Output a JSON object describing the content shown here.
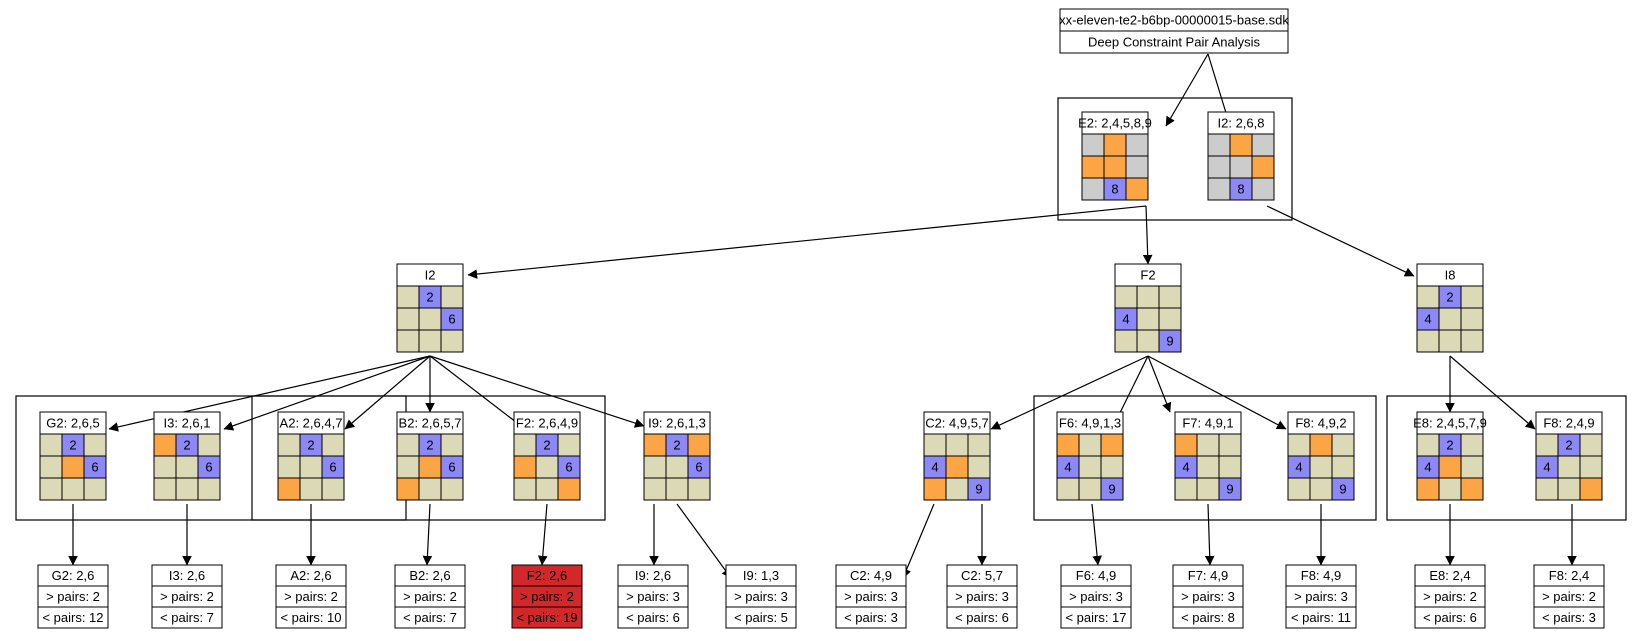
{
  "colors": {
    "beige": "#dcdab6",
    "gray": "#cccccc",
    "orange": "#fca544",
    "blue": "#8c88f6",
    "red": "#d2282a",
    "stroke": "#000000"
  },
  "root": {
    "filename": "xx-eleven-te2-b6bp-00000015-base.sdk",
    "subtitle": "Deep Constraint Pair Analysis"
  },
  "level1": [
    {
      "id": "e2",
      "label": "E2: 2,4,5,8,9",
      "grid": [
        [
          "G",
          "O",
          "G"
        ],
        [
          "O",
          "O",
          "G"
        ],
        [
          "G",
          "B:8",
          "O"
        ]
      ]
    },
    {
      "id": "i2top",
      "label": "I2: 2,6,8",
      "grid": [
        [
          "G",
          "O",
          "G"
        ],
        [
          "G",
          "G",
          "O"
        ],
        [
          "G",
          "B:8",
          "G"
        ]
      ]
    }
  ],
  "level2": [
    {
      "id": "i2",
      "label": "I2",
      "grid": [
        [
          "Y",
          "B:2",
          "Y"
        ],
        [
          "Y",
          "Y",
          "B:6"
        ],
        [
          "Y",
          "Y",
          "Y"
        ]
      ]
    },
    {
      "id": "f2",
      "label": "F2",
      "grid": [
        [
          "Y",
          "Y",
          "Y"
        ],
        [
          "B:4",
          "Y",
          "Y"
        ],
        [
          "Y",
          "Y",
          "B:9"
        ]
      ]
    },
    {
      "id": "i8",
      "label": "I8",
      "grid": [
        [
          "Y",
          "B:2",
          "Y"
        ],
        [
          "B:4",
          "Y",
          "Y"
        ],
        [
          "Y",
          "Y",
          "Y"
        ]
      ]
    }
  ],
  "level3": [
    {
      "id": "g2",
      "label": "G2: 2,6,5",
      "grid": [
        [
          "Y",
          "B:2",
          "Y"
        ],
        [
          "Y",
          "O",
          "B:6"
        ],
        [
          "Y",
          "Y",
          "Y"
        ]
      ]
    },
    {
      "id": "i3",
      "label": "I3: 2,6,1",
      "grid": [
        [
          "O",
          "B:2",
          "Y"
        ],
        [
          "Y",
          "Y",
          "B:6"
        ],
        [
          "Y",
          "Y",
          "Y"
        ]
      ]
    },
    {
      "id": "a2",
      "label": "A2: 2,6,4,7",
      "grid": [
        [
          "Y",
          "B:2",
          "Y"
        ],
        [
          "Y",
          "Y",
          "B:6"
        ],
        [
          "O",
          "Y",
          "Y"
        ]
      ]
    },
    {
      "id": "b2",
      "label": "B2: 2,6,5,7",
      "grid": [
        [
          "Y",
          "B:2",
          "Y"
        ],
        [
          "Y",
          "O",
          "B:6"
        ],
        [
          "O",
          "Y",
          "Y"
        ]
      ]
    },
    {
      "id": "f2b",
      "label": "F2: 2,6,4,9",
      "grid": [
        [
          "Y",
          "B:2",
          "Y"
        ],
        [
          "O",
          "Y",
          "B:6"
        ],
        [
          "Y",
          "Y",
          "O"
        ]
      ]
    },
    {
      "id": "i9",
      "label": "I9: 2,6,1,3",
      "grid": [
        [
          "O",
          "B:2",
          "O"
        ],
        [
          "Y",
          "Y",
          "B:6"
        ],
        [
          "Y",
          "Y",
          "Y"
        ]
      ]
    },
    {
      "id": "c2",
      "label": "C2: 4,9,5,7",
      "grid": [
        [
          "Y",
          "Y",
          "Y"
        ],
        [
          "B:4",
          "O",
          "Y"
        ],
        [
          "O",
          "Y",
          "B:9"
        ]
      ]
    },
    {
      "id": "f6",
      "label": "F6: 4,9,1,3",
      "grid": [
        [
          "O",
          "Y",
          "O"
        ],
        [
          "B:4",
          "Y",
          "Y"
        ],
        [
          "Y",
          "Y",
          "B:9"
        ]
      ]
    },
    {
      "id": "f7",
      "label": "F7: 4,9,1",
      "grid": [
        [
          "O",
          "Y",
          "Y"
        ],
        [
          "B:4",
          "Y",
          "Y"
        ],
        [
          "Y",
          "Y",
          "B:9"
        ]
      ]
    },
    {
      "id": "f8",
      "label": "F8: 4,9,2",
      "grid": [
        [
          "Y",
          "O",
          "Y"
        ],
        [
          "B:4",
          "Y",
          "Y"
        ],
        [
          "Y",
          "Y",
          "B:9"
        ]
      ]
    },
    {
      "id": "e8",
      "label": "E8: 2,4,5,7,9",
      "grid": [
        [
          "Y",
          "B:2",
          "Y"
        ],
        [
          "B:4",
          "O",
          "Y"
        ],
        [
          "O",
          "Y",
          "O"
        ]
      ]
    },
    {
      "id": "f8b",
      "label": "F8: 2,4,9",
      "grid": [
        [
          "Y",
          "B:2",
          "Y"
        ],
        [
          "B:4",
          "Y",
          "Y"
        ],
        [
          "Y",
          "Y",
          "O"
        ]
      ]
    }
  ],
  "leaves": [
    {
      "id": "g2-leaf",
      "title": "G2: 2,6",
      "gt": "> pairs: 2",
      "lt": "< pairs: 12",
      "highlight": false
    },
    {
      "id": "i3-leaf",
      "title": "I3: 2,6",
      "gt": "> pairs: 2",
      "lt": "< pairs: 7",
      "highlight": false
    },
    {
      "id": "a2-leaf",
      "title": "A2: 2,6",
      "gt": "> pairs: 2",
      "lt": "< pairs: 10",
      "highlight": false
    },
    {
      "id": "b2-leaf",
      "title": "B2: 2,6",
      "gt": "> pairs: 2",
      "lt": "< pairs: 7",
      "highlight": false
    },
    {
      "id": "f2-leaf",
      "title": "F2: 2,6",
      "gt": "> pairs: 2",
      "lt": "< pairs: 19",
      "highlight": true
    },
    {
      "id": "i9a-leaf",
      "title": "I9: 2,6",
      "gt": "> pairs: 3",
      "lt": "< pairs: 6",
      "highlight": false
    },
    {
      "id": "i9b-leaf",
      "title": "I9: 1,3",
      "gt": "> pairs: 3",
      "lt": "< pairs: 5",
      "highlight": false
    },
    {
      "id": "c2a-leaf",
      "title": "C2: 4,9",
      "gt": "> pairs: 3",
      "lt": "< pairs: 3",
      "highlight": false
    },
    {
      "id": "c2b-leaf",
      "title": "C2: 5,7",
      "gt": "> pairs: 3",
      "lt": "< pairs: 6",
      "highlight": false
    },
    {
      "id": "f6-leaf",
      "title": "F6: 4,9",
      "gt": "> pairs: 3",
      "lt": "< pairs: 17",
      "highlight": false
    },
    {
      "id": "f7-leaf",
      "title": "F7: 4,9",
      "gt": "> pairs: 3",
      "lt": "< pairs: 8",
      "highlight": false
    },
    {
      "id": "f8-leaf",
      "title": "F8: 4,9",
      "gt": "> pairs: 3",
      "lt": "< pairs: 11",
      "highlight": false
    },
    {
      "id": "e8-leaf",
      "title": "E8: 2,4",
      "gt": "> pairs: 2",
      "lt": "< pairs: 6",
      "highlight": false
    },
    {
      "id": "f8b-leaf",
      "title": "F8: 2,4",
      "gt": "> pairs: 2",
      "lt": "< pairs: 3",
      "highlight": false
    }
  ]
}
